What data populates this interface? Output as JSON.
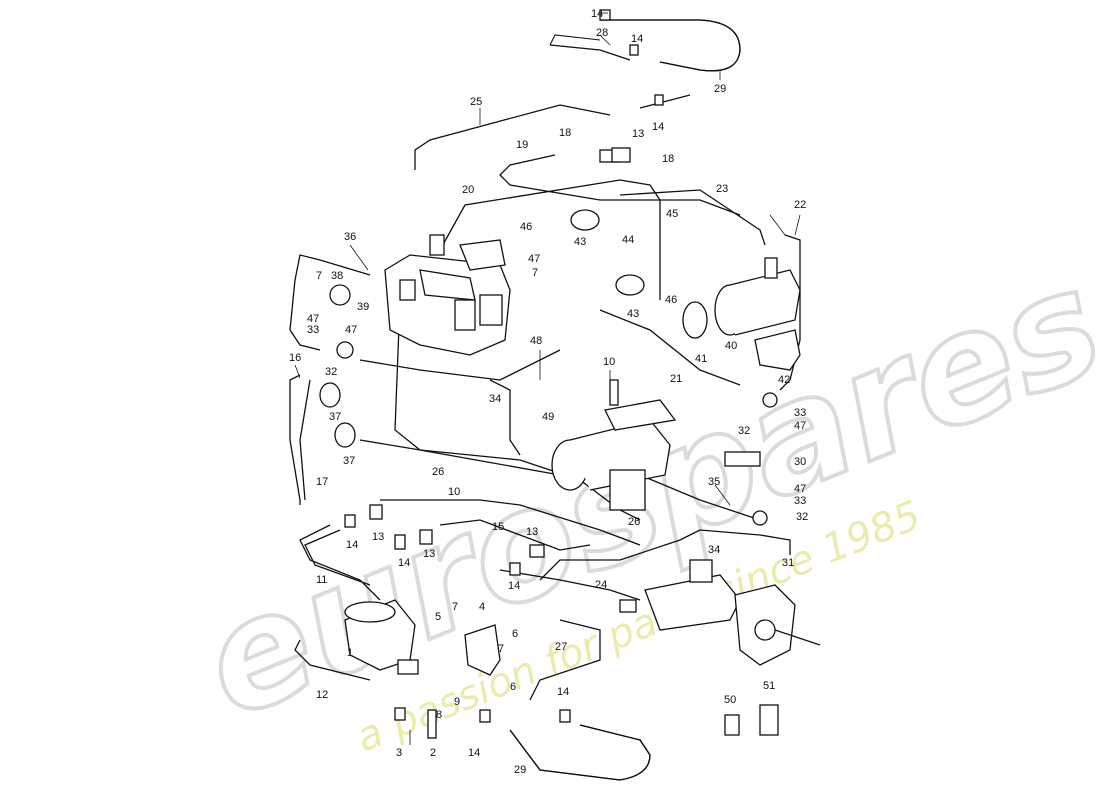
{
  "watermark": {
    "brand": "eurospares",
    "slogan": "a passion for parts since 1985",
    "brand_color": "#d8d8d8",
    "slogan_color": "#e6e89a"
  },
  "callouts": [
    {
      "id": "c14a",
      "text": "14"
    },
    {
      "id": "c28",
      "text": "28"
    },
    {
      "id": "c14b",
      "text": "14"
    },
    {
      "id": "c29a",
      "text": "29"
    },
    {
      "id": "c25",
      "text": "25"
    },
    {
      "id": "c13a",
      "text": "13"
    },
    {
      "id": "c14c",
      "text": "14"
    },
    {
      "id": "c18a",
      "text": "18"
    },
    {
      "id": "c19",
      "text": "19"
    },
    {
      "id": "c18b",
      "text": "18"
    },
    {
      "id": "c20",
      "text": "20"
    },
    {
      "id": "c23",
      "text": "23"
    },
    {
      "id": "c22",
      "text": "22"
    },
    {
      "id": "c45",
      "text": "45"
    },
    {
      "id": "c46a",
      "text": "46"
    },
    {
      "id": "c43a",
      "text": "43"
    },
    {
      "id": "c44",
      "text": "44"
    },
    {
      "id": "c47a",
      "text": "47"
    },
    {
      "id": "c7a",
      "text": "7"
    },
    {
      "id": "c36",
      "text": "36"
    },
    {
      "id": "c7b",
      "text": "7"
    },
    {
      "id": "c38",
      "text": "38"
    },
    {
      "id": "c39",
      "text": "39"
    },
    {
      "id": "c47b",
      "text": "47"
    },
    {
      "id": "c33a",
      "text": "33"
    },
    {
      "id": "c47c",
      "text": "47"
    },
    {
      "id": "c43b",
      "text": "43"
    },
    {
      "id": "c46b",
      "text": "46"
    },
    {
      "id": "c41",
      "text": "41"
    },
    {
      "id": "c40",
      "text": "40"
    },
    {
      "id": "c48",
      "text": "48"
    },
    {
      "id": "c16",
      "text": "16"
    },
    {
      "id": "c32a",
      "text": "32"
    },
    {
      "id": "c10a",
      "text": "10"
    },
    {
      "id": "c21",
      "text": "21"
    },
    {
      "id": "c42",
      "text": "42"
    },
    {
      "id": "c34a",
      "text": "34"
    },
    {
      "id": "c37a",
      "text": "37"
    },
    {
      "id": "c49",
      "text": "49"
    },
    {
      "id": "c33b",
      "text": "33"
    },
    {
      "id": "c47d",
      "text": "47"
    },
    {
      "id": "c32b",
      "text": "32"
    },
    {
      "id": "c37b",
      "text": "37"
    },
    {
      "id": "c30",
      "text": "30"
    },
    {
      "id": "c26a",
      "text": "26"
    },
    {
      "id": "c17",
      "text": "17"
    },
    {
      "id": "c10b",
      "text": "10"
    },
    {
      "id": "c35",
      "text": "35"
    },
    {
      "id": "c47e",
      "text": "47"
    },
    {
      "id": "c33c",
      "text": "33"
    },
    {
      "id": "c32c",
      "text": "32"
    },
    {
      "id": "c15",
      "text": "15"
    },
    {
      "id": "c26b",
      "text": "26"
    },
    {
      "id": "c14d",
      "text": "14"
    },
    {
      "id": "c13b",
      "text": "13"
    },
    {
      "id": "c14e",
      "text": "14"
    },
    {
      "id": "c13c",
      "text": "13"
    },
    {
      "id": "c13d",
      "text": "13"
    },
    {
      "id": "c34b",
      "text": "34"
    },
    {
      "id": "c31",
      "text": "31"
    },
    {
      "id": "c11",
      "text": "11"
    },
    {
      "id": "c14f",
      "text": "14"
    },
    {
      "id": "c24",
      "text": "24"
    },
    {
      "id": "c5",
      "text": "5"
    },
    {
      "id": "c7c",
      "text": "7"
    },
    {
      "id": "c4",
      "text": "4"
    },
    {
      "id": "c6a",
      "text": "6"
    },
    {
      "id": "c1",
      "text": "1"
    },
    {
      "id": "c7d",
      "text": "7"
    },
    {
      "id": "c27",
      "text": "27"
    },
    {
      "id": "c12",
      "text": "12"
    },
    {
      "id": "c8",
      "text": "8"
    },
    {
      "id": "c9",
      "text": "9"
    },
    {
      "id": "c6b",
      "text": "6"
    },
    {
      "id": "c14g",
      "text": "14"
    },
    {
      "id": "c50",
      "text": "50"
    },
    {
      "id": "c51",
      "text": "51"
    },
    {
      "id": "c3",
      "text": "3"
    },
    {
      "id": "c2",
      "text": "2"
    },
    {
      "id": "c14h",
      "text": "14"
    },
    {
      "id": "c29b",
      "text": "29"
    }
  ]
}
